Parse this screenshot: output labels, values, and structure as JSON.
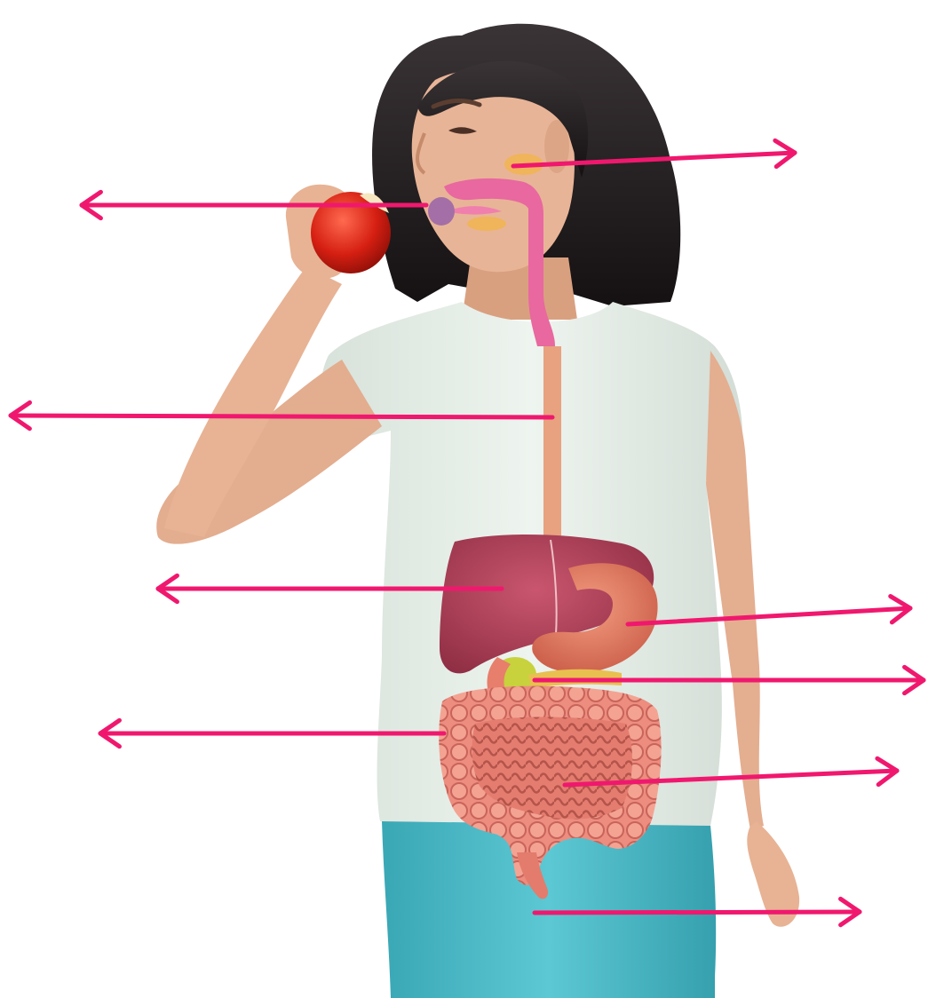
{
  "figure": {
    "subject": "digestive-system-diagram",
    "label_texts": [],
    "colors": {
      "arrow": "#f0186e",
      "background": "#ffffff",
      "hair": "#1f1b1c",
      "skin": "#e7b394",
      "shirt": "#e6efe8",
      "pants": "#46b9c6",
      "apple": "#d51f12",
      "oral_tract": "#e8689f",
      "esophagus": "#e8a27f",
      "liver": "#b9475e",
      "stomach": "#e47e64",
      "gallbladder": "#c8d23c",
      "intestine": "#e9857a",
      "salivary_gland": "#f0b45a"
    },
    "pointer_arrows": [
      {
        "target": "salivary-gland",
        "direction": "right"
      },
      {
        "target": "mouth",
        "direction": "left"
      },
      {
        "target": "esophagus",
        "direction": "left"
      },
      {
        "target": "liver",
        "direction": "left"
      },
      {
        "target": "stomach",
        "direction": "right"
      },
      {
        "target": "pancreas",
        "direction": "right"
      },
      {
        "target": "large-intestine",
        "direction": "left"
      },
      {
        "target": "small-intestine",
        "direction": "right"
      },
      {
        "target": "rectum-anus",
        "direction": "right"
      }
    ]
  }
}
